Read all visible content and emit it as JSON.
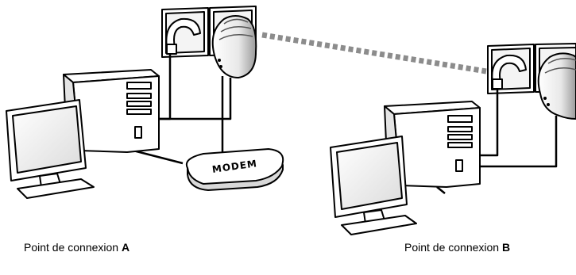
{
  "modem_label": "MODEM",
  "captions": {
    "a": {
      "prefix": "Point de connexion ",
      "letter": "A"
    },
    "b": {
      "prefix": "Point de connexion ",
      "letter": "B"
    }
  }
}
